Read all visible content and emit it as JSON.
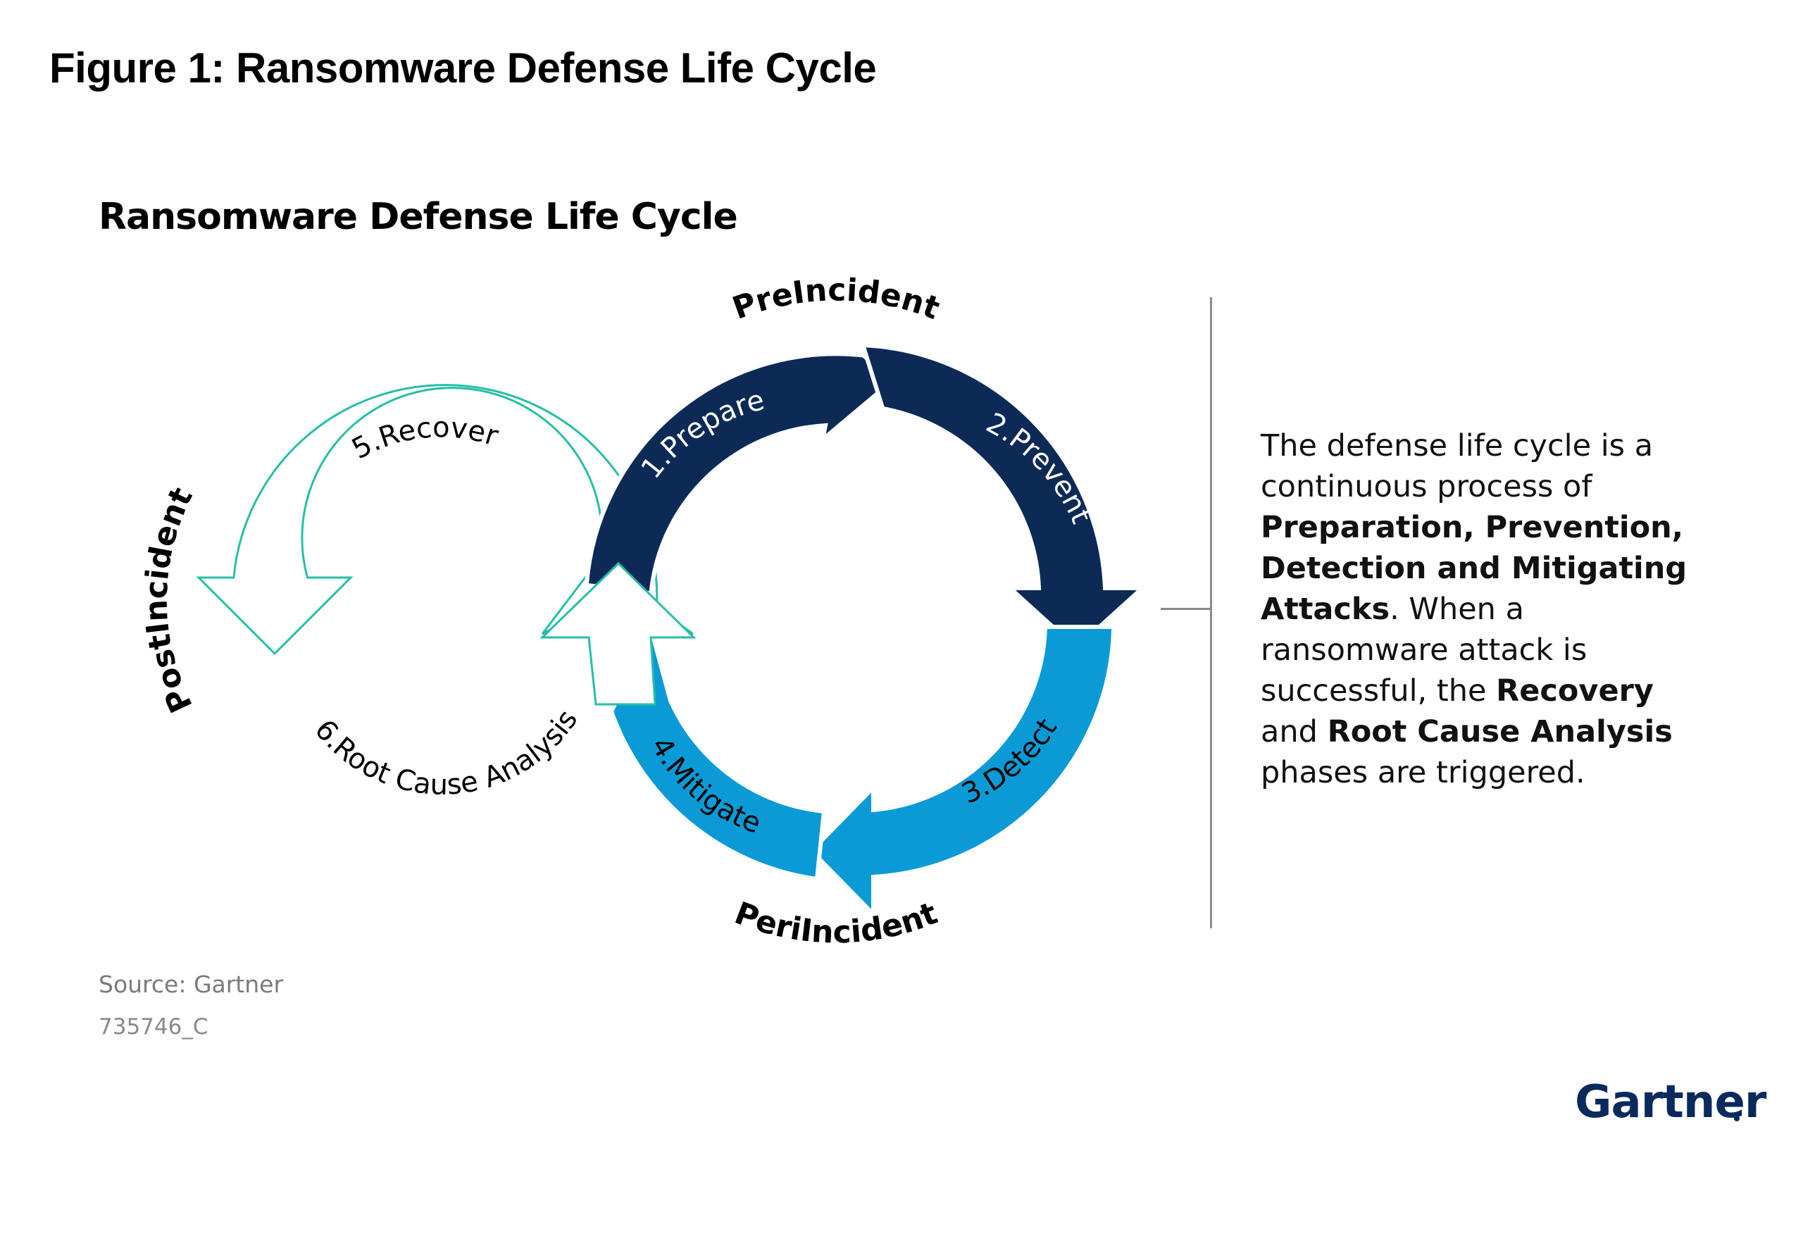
{
  "figure_title": "Figure 1: Ransomware Defense Life Cycle",
  "diagram_title": "Ransomware Defense Life Cycle",
  "phases": {
    "pre": "PreIncident",
    "peri": "PeriIncident",
    "post": "PostIncident"
  },
  "steps": {
    "prepare": "1.Prepare",
    "prevent": "2.Prevent",
    "detect": "3.Detect",
    "mitigate": "4.Mitigate",
    "recover": "5.Recover",
    "root_cause": "6.Root Cause Analysis"
  },
  "description": {
    "p1": "The defense life cycle is a continuous process of ",
    "b1": "Preparation, Prevention, Detection and Mitigating Attacks",
    "p2": ". When a ransomware attack is successful, the ",
    "b2": "Recovery",
    "p3": " and ",
    "b3": "Root Cause Analysis",
    "p4": " phases are triggered."
  },
  "source": "Source: Gartner",
  "code": "735746_C",
  "logo": "Gartner",
  "colors": {
    "dark_navy": "#0d2a57",
    "bright_blue": "#0a9bd7",
    "teal_outline": "#26bfa6",
    "logo_navy": "#0a2a5e"
  }
}
